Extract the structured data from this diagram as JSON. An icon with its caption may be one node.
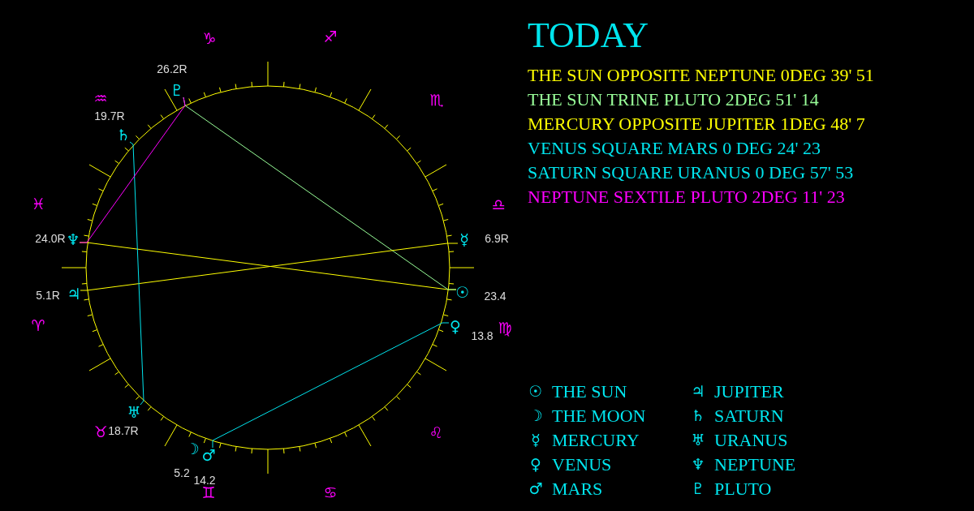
{
  "diagram": {
    "title": "TODAY",
    "nodes": [
      {
        "text": [
          "☉"
        ],
        "beside": [
          "23.4"
        ]
      },
      {
        "text": [
          "☽"
        ],
        "beside": [
          "5.2"
        ]
      },
      {
        "text": [
          "☿"
        ],
        "beside": [
          "6.9R"
        ]
      },
      {
        "text": [
          "♀"
        ],
        "beside": [
          "13.8"
        ]
      },
      {
        "text": [
          "♂"
        ],
        "beside": [
          "14.2"
        ]
      },
      {
        "text": [
          "♃"
        ],
        "beside": [
          "5.1R"
        ]
      },
      {
        "text": [
          "♄"
        ],
        "beside": [
          "19.7R"
        ]
      },
      {
        "text": [
          "♅"
        ],
        "beside": [
          "18.7R"
        ]
      },
      {
        "text": [
          "♆"
        ],
        "beside": [
          "24.0R"
        ]
      },
      {
        "text": [
          "♇"
        ],
        "beside": [
          "26.2R"
        ]
      }
    ],
    "edges": [
      {
        "from": 0,
        "to": 8,
        "arrow": "none"
      },
      {
        "from": 0,
        "to": 9,
        "arrow": "none",
        "color": "#99ff99"
      },
      {
        "from": 2,
        "to": 5,
        "arrow": "none"
      },
      {
        "from": 3,
        "to": 4,
        "arrow": "none",
        "color": "#00e5ee"
      },
      {
        "from": 6,
        "to": 7,
        "arrow": "none",
        "color": "#00e5ee"
      },
      {
        "from": 8,
        "to": 9,
        "arrow": "none",
        "color": "#ff00ff"
      }
    ],
    "labels": [
      "THE SUN OPPOSITE NEPTUNE 0DEG 39' 51",
      "THE SUN TRINE PLUTO 2DEG 51' 14",
      "MERCURY OPPOSITE JUPITER 1DEG 48' 7",
      "VENUS SQUARE MARS 0 DEG 24' 23",
      "SATURN SQUARE URANUS 0 DEG 57' 53",
      "NEPTUNE SEXTILE PLUTO 2DEG 11' 23",
      "♑",
      "♐",
      "♏",
      "♎",
      "♍",
      "♌",
      "♊",
      "♋",
      "♉",
      "♈",
      "♓",
      "♒",
      "☉",
      "THE SUN",
      "☽",
      "THE MOON",
      "☿",
      "MERCURY",
      "♀",
      "VENUS",
      "♂",
      "MARS",
      "♃",
      "JUPITER",
      "♄",
      "SATURN",
      "♅",
      "URANUS",
      "♆",
      "NEPTUNE",
      "♇",
      "PLUTO"
    ]
  }
}
